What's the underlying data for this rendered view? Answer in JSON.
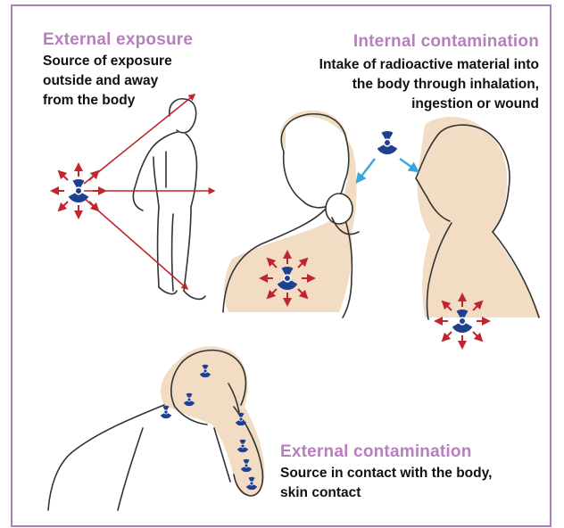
{
  "external_exposure": {
    "heading": "External exposure",
    "lines": [
      "Source of exposure",
      "outside and away",
      "from the body"
    ]
  },
  "internal_contamination": {
    "heading": "Internal contamination",
    "lines": [
      "Intake of radioactive material into",
      "the body through inhalation,",
      "ingestion or wound"
    ]
  },
  "external_contamination": {
    "heading": "External contamination",
    "lines": [
      "Source in contact with the body,",
      "skin contact"
    ]
  },
  "colors": {
    "heading": "#b77fbd",
    "frame": "#a980b6",
    "skin_highlight": "#f2dcc4",
    "radiation_symbol": "#1f3f8f",
    "radiation_arrow": "#c0272d",
    "transfer_arrow": "#3aa6dc"
  },
  "icons": [
    "radiation-trefoil-icon",
    "radiation-arrow-icon",
    "transfer-arrow-icon"
  ]
}
